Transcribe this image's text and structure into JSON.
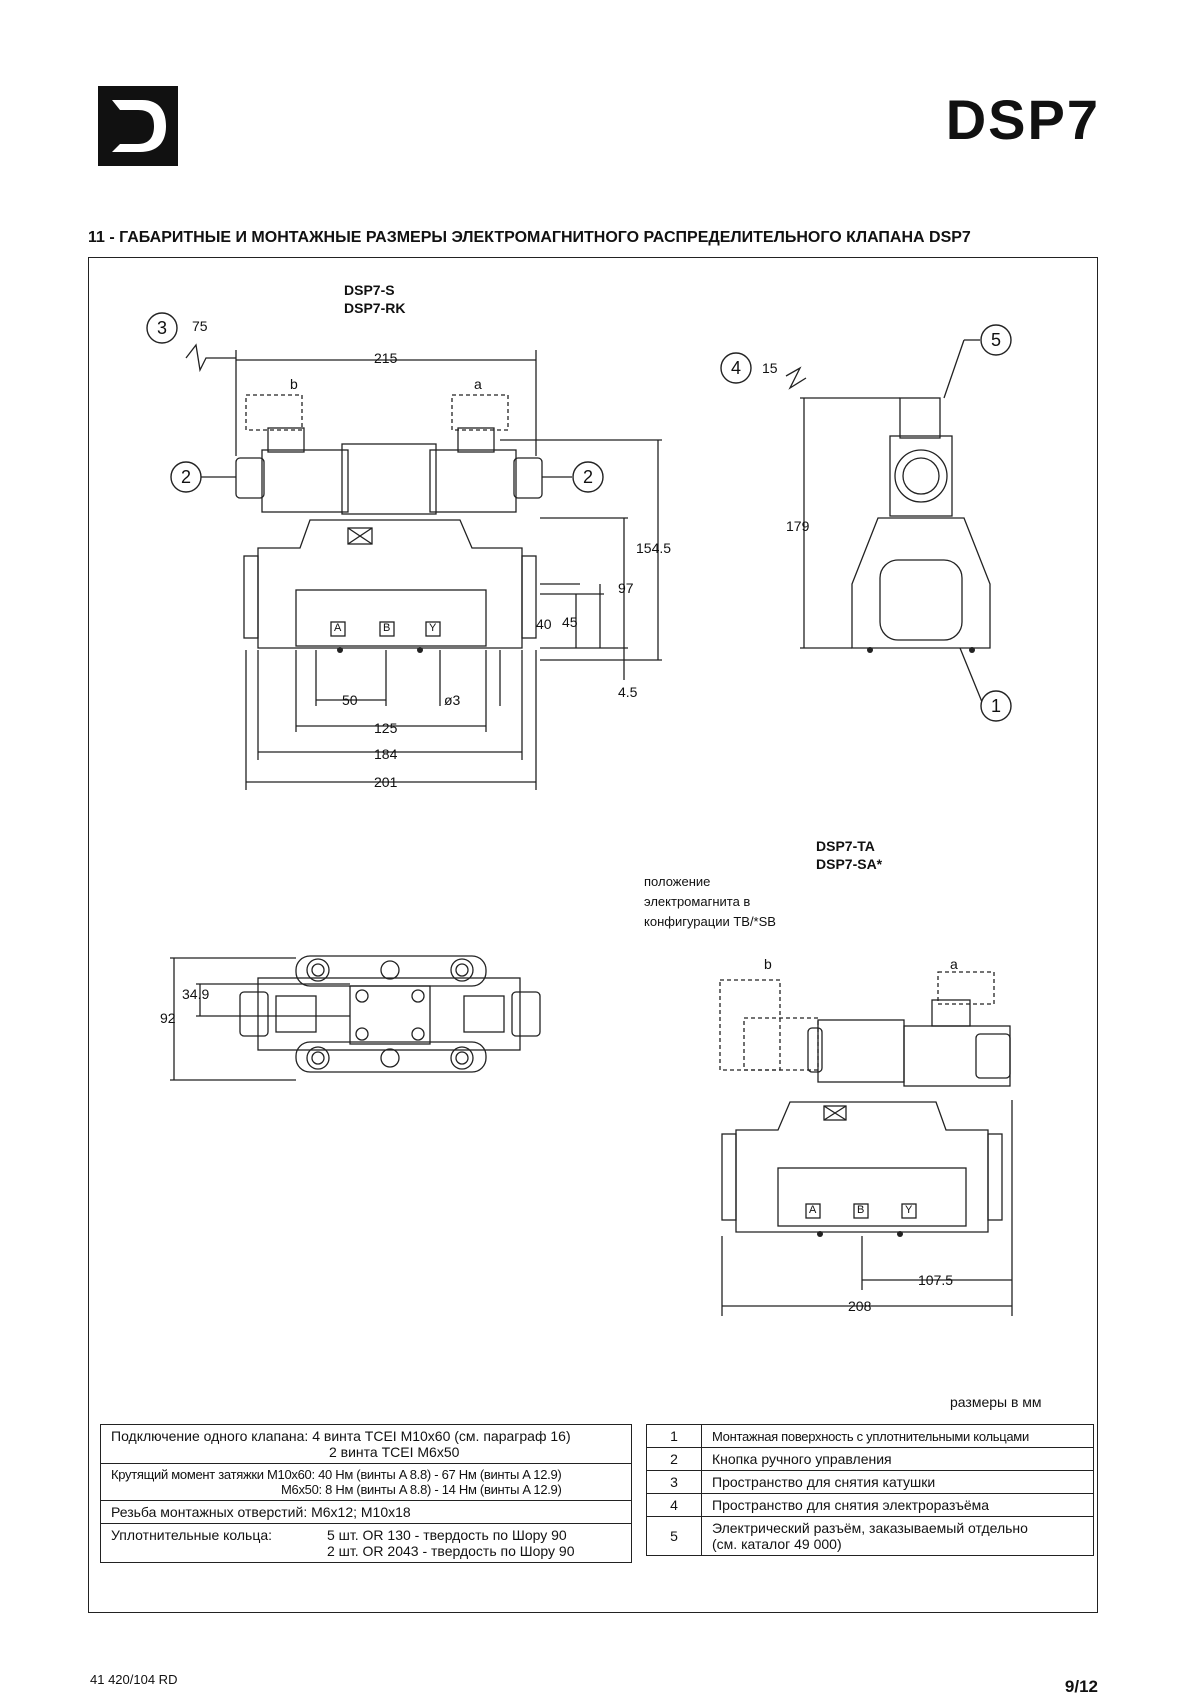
{
  "header": {
    "logo_letter": "D",
    "model": "DSP7"
  },
  "section_title": "11 - ГАБАРИТНЫЕ И МОНТАЖНЫЕ РАЗМЕРЫ ЭЛЕКТРОМАГНИТНОГО РАСПРЕДЕЛИТЕЛЬНОГО КЛАПАНА DSP7",
  "drawing": {
    "view1_title_1": "DSP7-S",
    "view1_title_2": "DSP7-RK",
    "view2_title_1": "DSP7-TA",
    "view2_title_2": "DSP7-SA*",
    "solenoid_note_1": "положение",
    "solenoid_note_2": "электромагнита в",
    "solenoid_note_3": "конфигурации TB/*SB",
    "callouts": [
      "1",
      "2",
      "3",
      "4",
      "5"
    ],
    "dims": {
      "d75": "75",
      "d215": "215",
      "d15": "15",
      "d179": "179",
      "d154_5": "154.5",
      "d97": "97",
      "d40": "40",
      "d45": "45",
      "d4_5": "4.5",
      "d50": "50",
      "d_o3": "ø3",
      "d125": "125",
      "d184": "184",
      "d201": "201",
      "d34_9": "34.9",
      "d92": "92",
      "d107_5": "107.5",
      "d208": "208"
    },
    "coil_a": "a",
    "coil_b": "b",
    "port_a": "A",
    "port_b": "B",
    "port_y": "Y"
  },
  "units_note": "размеры в мм",
  "left_table": {
    "row1_line1": "Подключение одного клапана: 4 винта TCEI M10x60 (см. параграф 16)",
    "row1_line2": "2 винта TCEI M6x50",
    "row2_line1": "Крутящий момент затяжки  M10x60:  40 Нм (винты A 8.8) - 67 Нм (винты  A 12.9)",
    "row2_line2": "M6x50:    8 Нм (винты A 8.8)  - 14 Нм (винты  A 12.9)",
    "row3": "Резьба монтажных отверстий:   M6x12; M10x18",
    "row4_label": "Уплотнительные кольца:",
    "row4_line1": "5 шт. OR 130 - твердость по Шору 90",
    "row4_line2": "2 шт. OR 2043 - твердость по Шору 90"
  },
  "legend": [
    {
      "num": "1",
      "text": "Монтажная поверхность с уплотнительными кольцами"
    },
    {
      "num": "2",
      "text": "Кнопка ручного управления"
    },
    {
      "num": "3",
      "text": "Пространство для снятия катушки"
    },
    {
      "num": "4",
      "text": "Пространство для снятия электроразъёма"
    },
    {
      "num": "5",
      "text": "Электрический разъём, заказываемый отдельно"
    }
  ],
  "legend_5_line2": "(см. каталог 49 000)",
  "footer": {
    "doc_code": "41 420/104 RD",
    "page": "9/12"
  }
}
